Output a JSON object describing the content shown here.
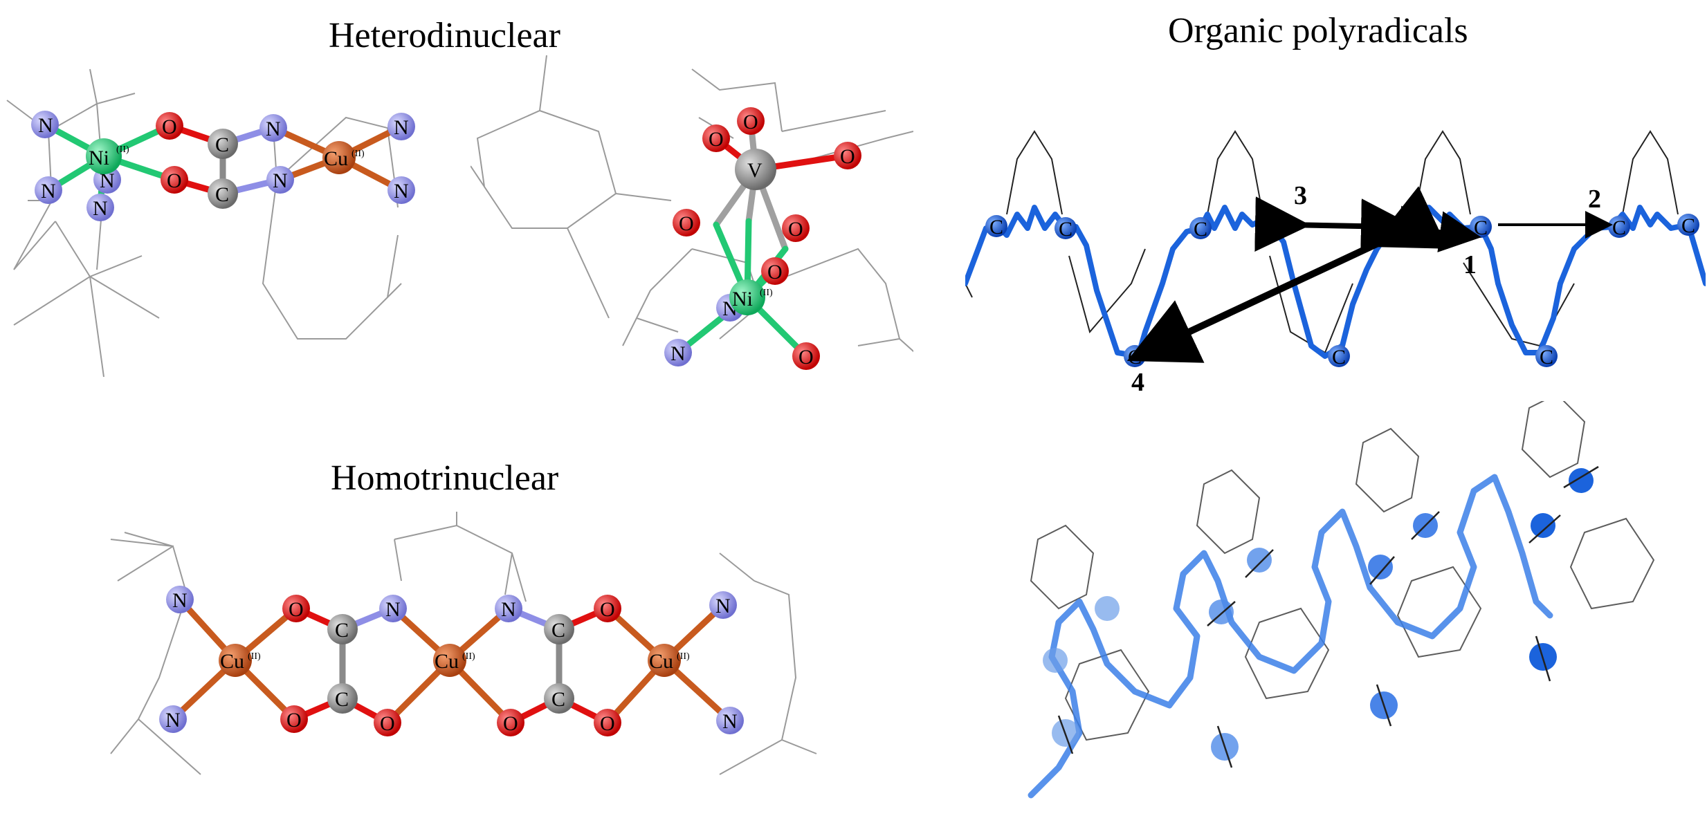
{
  "titles": {
    "heterodinuclear": "Heterodinuclear",
    "organic": "Organic polyradicals",
    "homotrinuclear": "Homotrinuclear"
  },
  "atoms": {
    "N": "N",
    "C": "C",
    "O": "O",
    "V": "V",
    "Ni": "Ni",
    "Cu": "Cu"
  },
  "oxidation_state": "(II)",
  "path_labels": [
    "1",
    "2",
    "3",
    "4"
  ],
  "colors": {
    "nitrogen": "#8e8ee6",
    "oxygen": "#e01010",
    "carbon": "#8a8a8a",
    "nickel": "#22c873",
    "copper": "#c85a1e",
    "vanadium": "#a0a0a0",
    "radical_blue": "#1b63dc",
    "wireframe": "#9a9a9a"
  }
}
